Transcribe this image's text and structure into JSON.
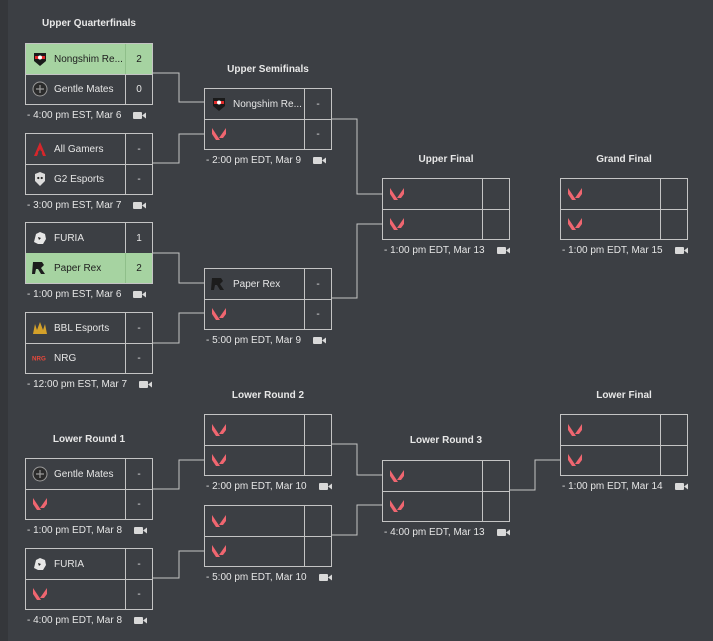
{
  "rounds": {
    "uqf": "Upper Quarterfinals",
    "usf": "Upper Semifinals",
    "uf": "Upper Final",
    "gf": "Grand Final",
    "lr1": "Lower Round 1",
    "lr2": "Lower Round 2",
    "lr3": "Lower Round 3",
    "lf": "Lower Final"
  },
  "matches": {
    "uqf1": {
      "top": {
        "name": "Nongshim Re...",
        "score": "2",
        "logo": "nongshim-logo"
      },
      "bottom": {
        "name": "Gentle Mates",
        "score": "0",
        "logo": "gentle-mates-logo"
      },
      "time": "- 4:00 pm EST, Mar 6"
    },
    "uqf2": {
      "top": {
        "name": "All Gamers",
        "score": "-",
        "logo": "all-gamers-logo"
      },
      "bottom": {
        "name": "G2 Esports",
        "score": "-",
        "logo": "g2-logo"
      },
      "time": "- 3:00 pm EST, Mar 7"
    },
    "uqf3": {
      "top": {
        "name": "FURIA",
        "score": "1",
        "logo": "furia-logo"
      },
      "bottom": {
        "name": "Paper Rex",
        "score": "2",
        "logo": "paper-rex-logo"
      },
      "time": "- 1:00 pm EST, Mar 6"
    },
    "uqf4": {
      "top": {
        "name": "BBL Esports",
        "score": "-",
        "logo": "bbl-logo"
      },
      "bottom": {
        "name": "NRG",
        "score": "-",
        "logo": "nrg-logo"
      },
      "time": "- 12:00 pm EST, Mar 7"
    },
    "usf1": {
      "top": {
        "name": "Nongshim Re...",
        "score": "-",
        "logo": "nongshim-logo"
      },
      "bottom": {
        "name": "",
        "score": "-",
        "logo": "valorant-icon"
      },
      "time": "- 2:00 pm EDT, Mar 9"
    },
    "usf2": {
      "top": {
        "name": "Paper Rex",
        "score": "-",
        "logo": "paper-rex-logo"
      },
      "bottom": {
        "name": "",
        "score": "-",
        "logo": "valorant-icon"
      },
      "time": "- 5:00 pm EDT, Mar 9"
    },
    "uf": {
      "top": {
        "name": "",
        "score": "",
        "logo": "valorant-icon"
      },
      "bottom": {
        "name": "",
        "score": "",
        "logo": "valorant-icon"
      },
      "time": "- 1:00 pm EDT, Mar 13"
    },
    "gf": {
      "top": {
        "name": "",
        "score": "",
        "logo": "valorant-icon"
      },
      "bottom": {
        "name": "",
        "score": "",
        "logo": "valorant-icon"
      },
      "time": "- 1:00 pm EDT, Mar 15"
    },
    "lr1a": {
      "top": {
        "name": "Gentle Mates",
        "score": "-",
        "logo": "gentle-mates-logo"
      },
      "bottom": {
        "name": "",
        "score": "-",
        "logo": "valorant-icon"
      },
      "time": "- 1:00 pm EDT, Mar 8"
    },
    "lr1b": {
      "top": {
        "name": "FURIA",
        "score": "-",
        "logo": "furia-logo"
      },
      "bottom": {
        "name": "",
        "score": "-",
        "logo": "valorant-icon"
      },
      "time": "- 4:00 pm EDT, Mar 8"
    },
    "lr2a": {
      "top": {
        "name": "",
        "score": "",
        "logo": "valorant-icon"
      },
      "bottom": {
        "name": "",
        "score": "",
        "logo": "valorant-icon"
      },
      "time": "- 2:00 pm EDT, Mar 10"
    },
    "lr2b": {
      "top": {
        "name": "",
        "score": "",
        "logo": "valorant-icon"
      },
      "bottom": {
        "name": "",
        "score": "",
        "logo": "valorant-icon"
      },
      "time": "- 5:00 pm EDT, Mar 10"
    },
    "lr3": {
      "top": {
        "name": "",
        "score": "",
        "logo": "valorant-icon"
      },
      "bottom": {
        "name": "",
        "score": "",
        "logo": "valorant-icon"
      },
      "time": "- 4:00 pm EDT, Mar 13"
    },
    "lf": {
      "top": {
        "name": "",
        "score": "",
        "logo": "valorant-icon"
      },
      "bottom": {
        "name": "",
        "score": "",
        "logo": "valorant-icon"
      },
      "time": "- 1:00 pm EDT, Mar 14"
    }
  },
  "colors": {
    "win_row": "#a6d3a1",
    "valorant_red": "#f06670",
    "border": "#c4c4c4",
    "background": "#3c3f44"
  },
  "icons": {
    "video": "video-camera-icon"
  }
}
